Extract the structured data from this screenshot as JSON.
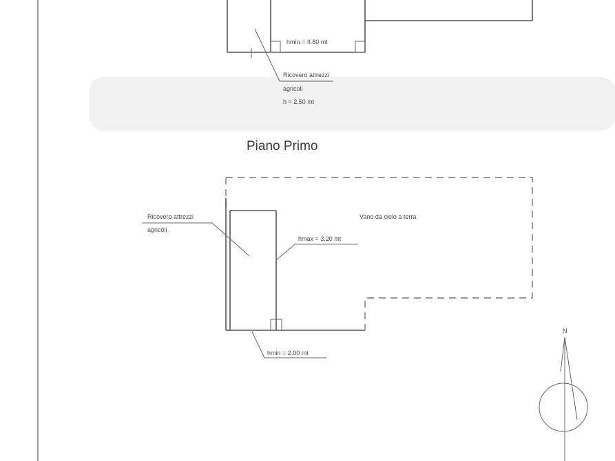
{
  "labels": {
    "section_title": "Piano Primo",
    "top_hmin": "hmin = 4.80 mt",
    "top_shelter_line1": "Ricovero attrezzi",
    "top_shelter_line2": "agricoli",
    "top_height": "h = 2.50 mt",
    "first_shelter_line1": "Ricovero attrezzi",
    "first_shelter_line2": "agricoli",
    "first_hmax": "hmax = 3.20 mt",
    "void": "Vano da cielo a terra",
    "first_hmin": "hmin = 2.00 mt",
    "north": "N"
  },
  "colors": {
    "lines": "#555555",
    "text": "#4a4a4a",
    "background": "#ffffff"
  }
}
